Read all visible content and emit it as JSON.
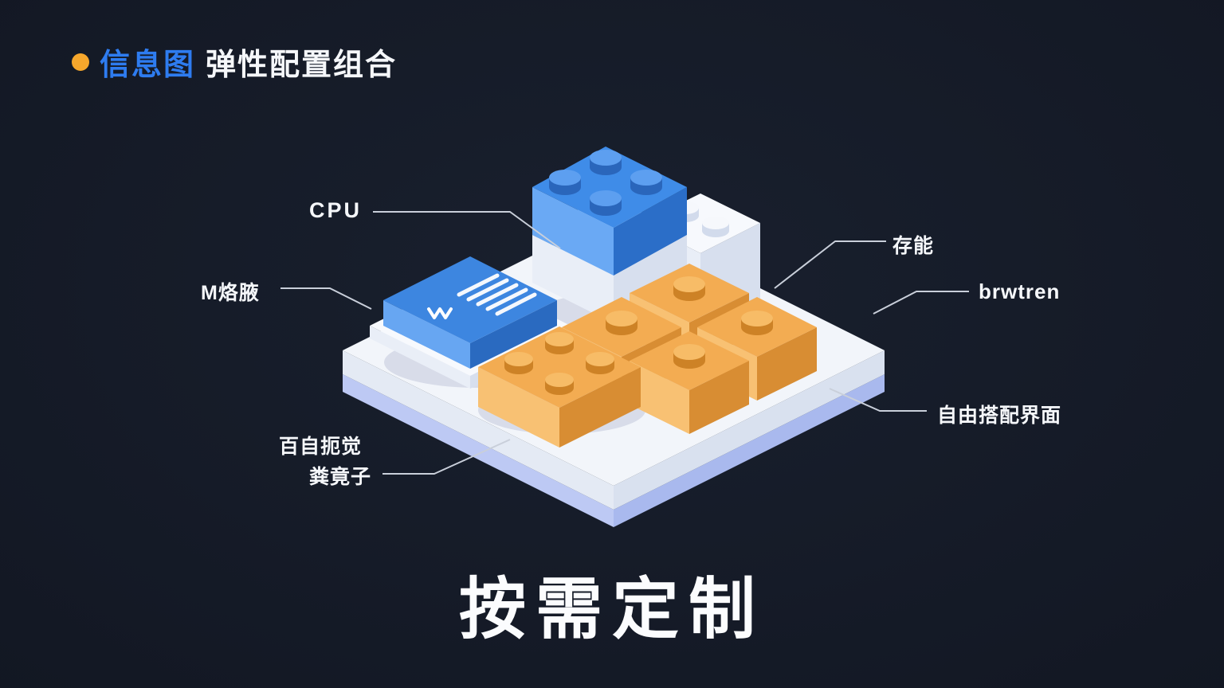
{
  "header": {
    "highlight": "信息图",
    "title": "弹性配置组合"
  },
  "callouts": {
    "cpu": "CPU",
    "module": "M烙腋",
    "storage": "存能",
    "latin": "brwtren",
    "interface": "自由搭配界面",
    "free_line1": "百自扼觉",
    "free_line2": "粪竟子"
  },
  "caption": "按需定制",
  "colors": {
    "bg": "#131824",
    "accent_blue": "#2e7cf0",
    "accent_orange": "#f6a72c",
    "text": "#f5f7fa",
    "line": "#c9cfda",
    "brick_blue": "#3f8ce8",
    "brick_orange": "#f3ac52",
    "platform_white": "#f2f5fa",
    "rim_blue": "#b9c6f2"
  }
}
